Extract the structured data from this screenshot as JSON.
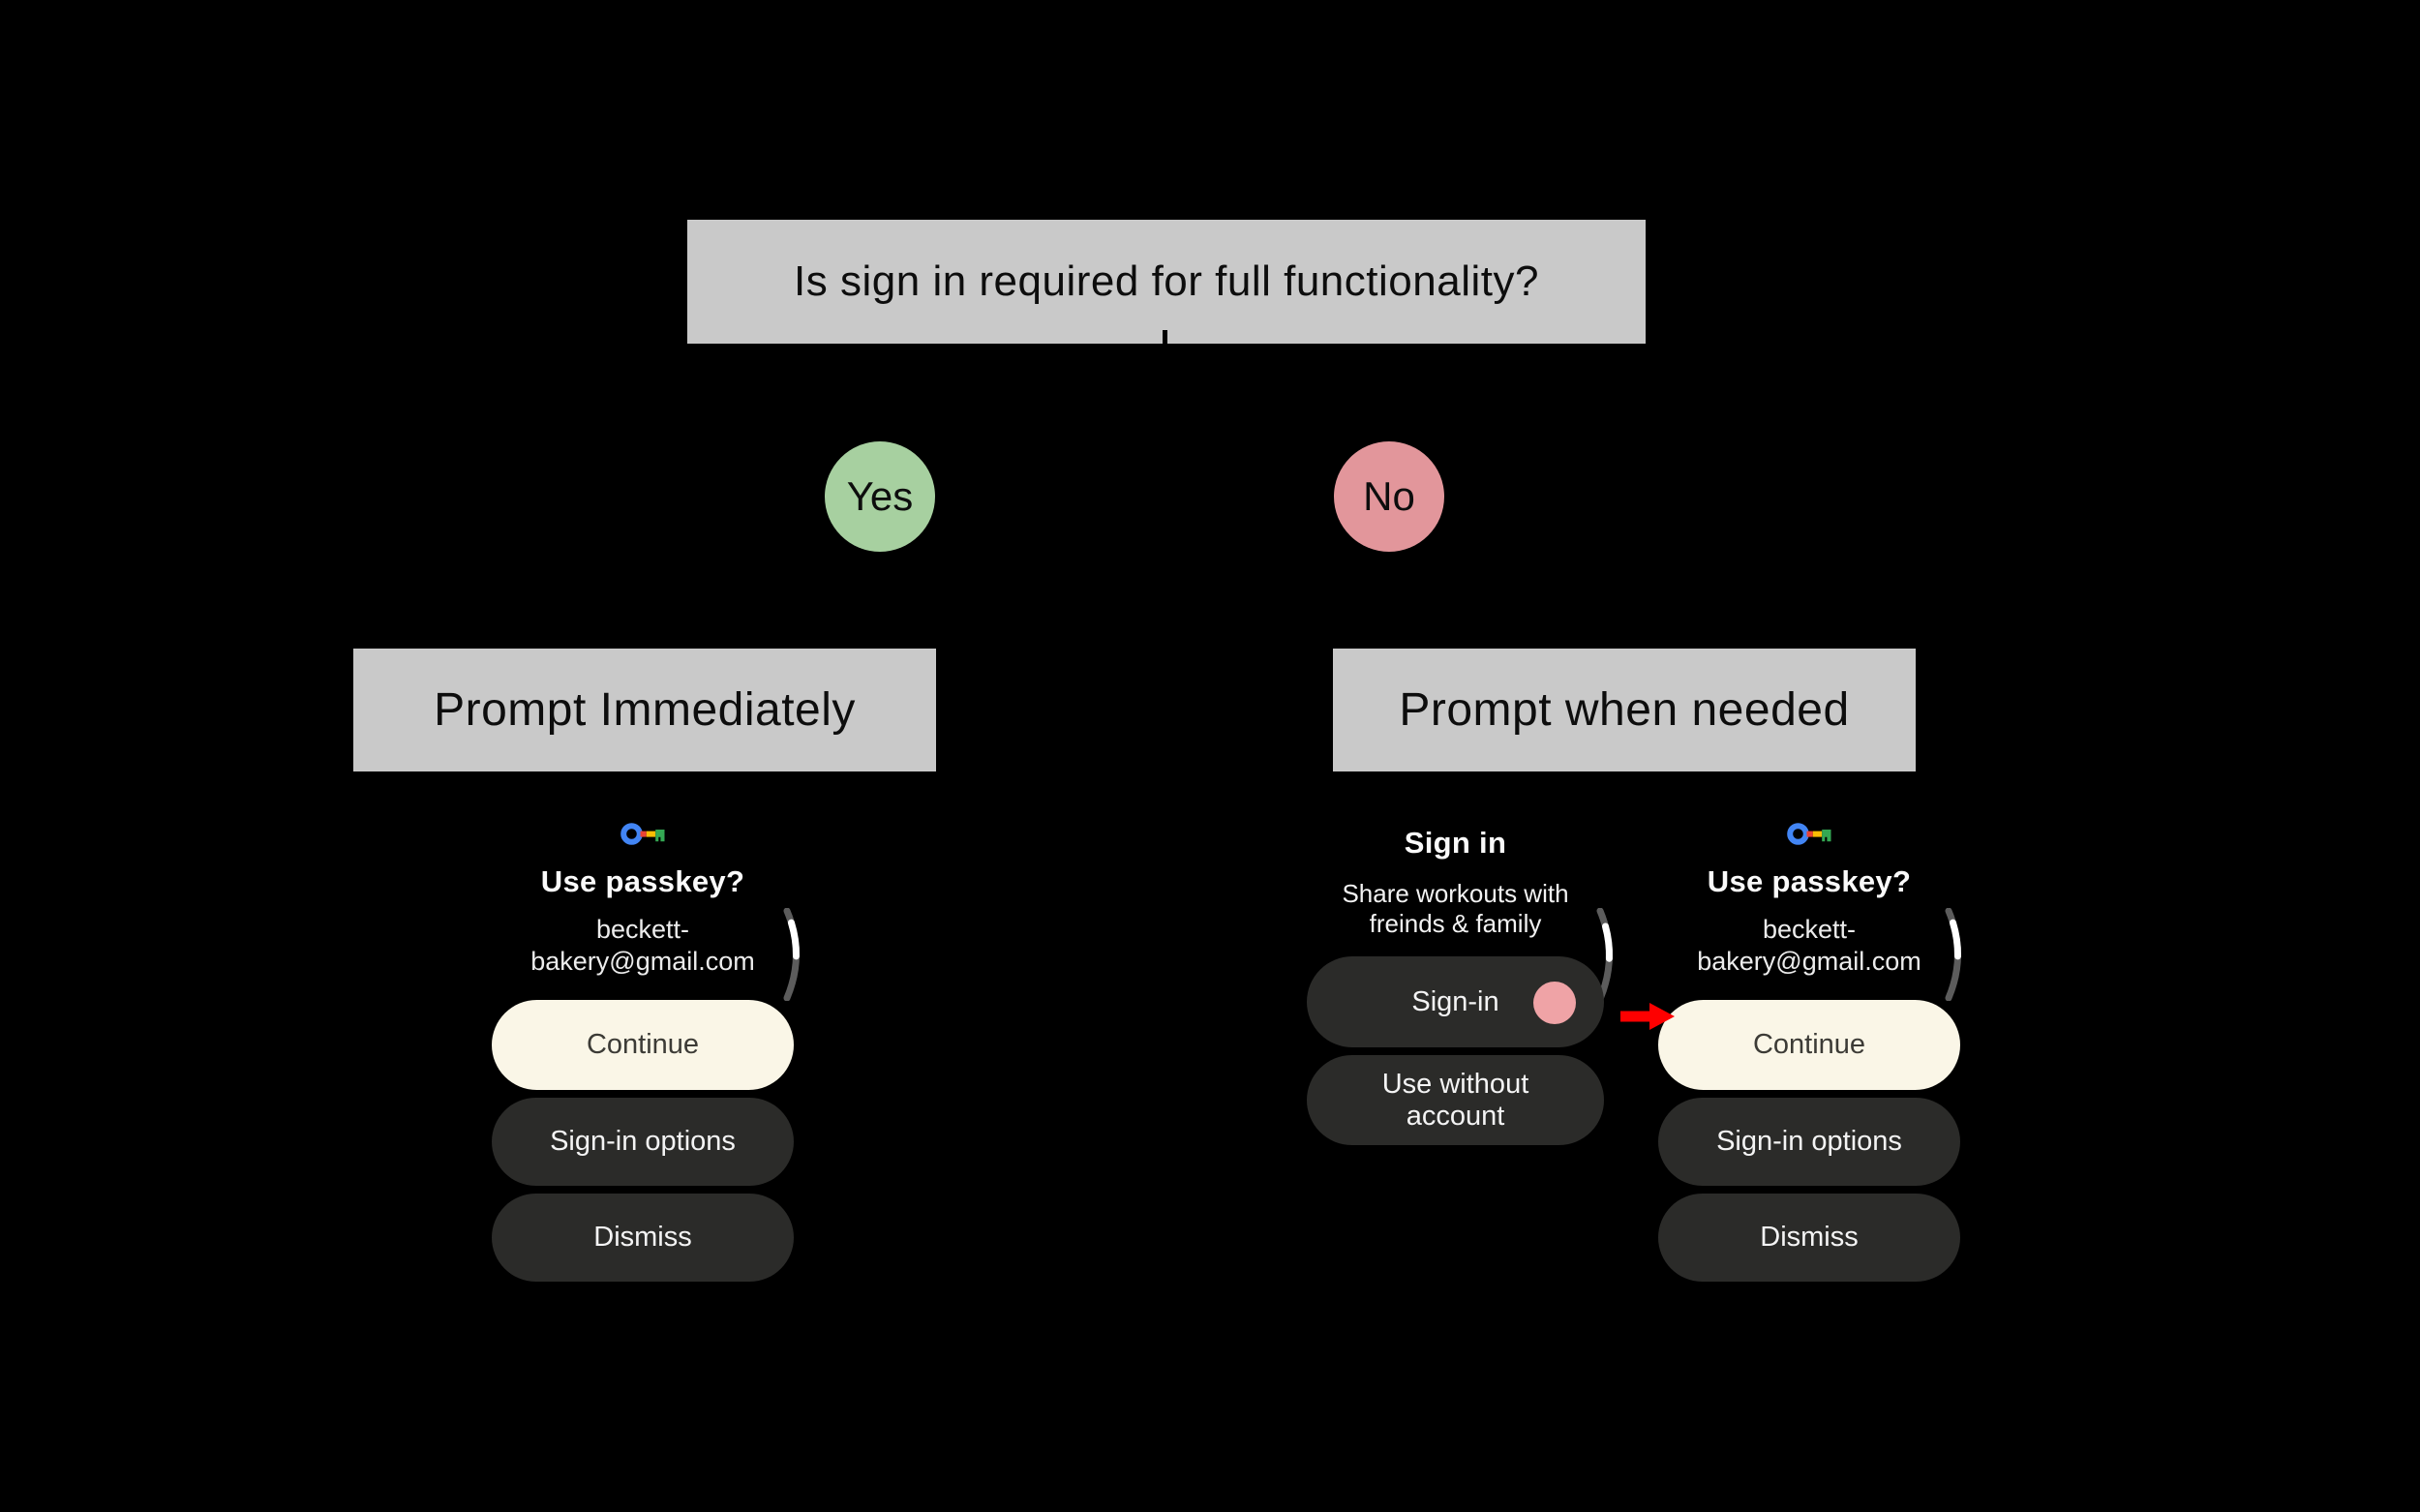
{
  "diagram": {
    "question": "Is sign in required for full functionality?",
    "yes": "Yes",
    "no": "No",
    "branch_left": "Prompt Immediately",
    "branch_right": "Prompt when needed"
  },
  "passkey_screen": {
    "icon": "passkey-icon",
    "title": "Use passkey?",
    "email_line1": "beckett-",
    "email_line2": "bakery@gmail.com",
    "buttons": {
      "continue": "Continue",
      "signin_options": "Sign-in options",
      "dismiss": "Dismiss"
    }
  },
  "signin_screen": {
    "title": "Sign in",
    "description_line1": "Share workouts with",
    "description_line2": "freinds & family",
    "buttons": {
      "signin": "Sign-in",
      "use_without_line1": "Use without",
      "use_without_line2": "account"
    }
  },
  "colors": {
    "background": "#000000",
    "box_gray": "#c9c9c9",
    "yes_green": "#a7d0a0",
    "no_pink": "#e2969b",
    "tap_indicator_pink": "#efa3a6",
    "primary_button_cream": "#faf6e7",
    "secondary_button_dark": "#2b2b29",
    "arrow_red": "#fe0000",
    "passkey_blue": "#4285f4",
    "passkey_red": "#ea4335",
    "passkey_yellow": "#fbbc04",
    "passkey_green": "#34a853"
  }
}
